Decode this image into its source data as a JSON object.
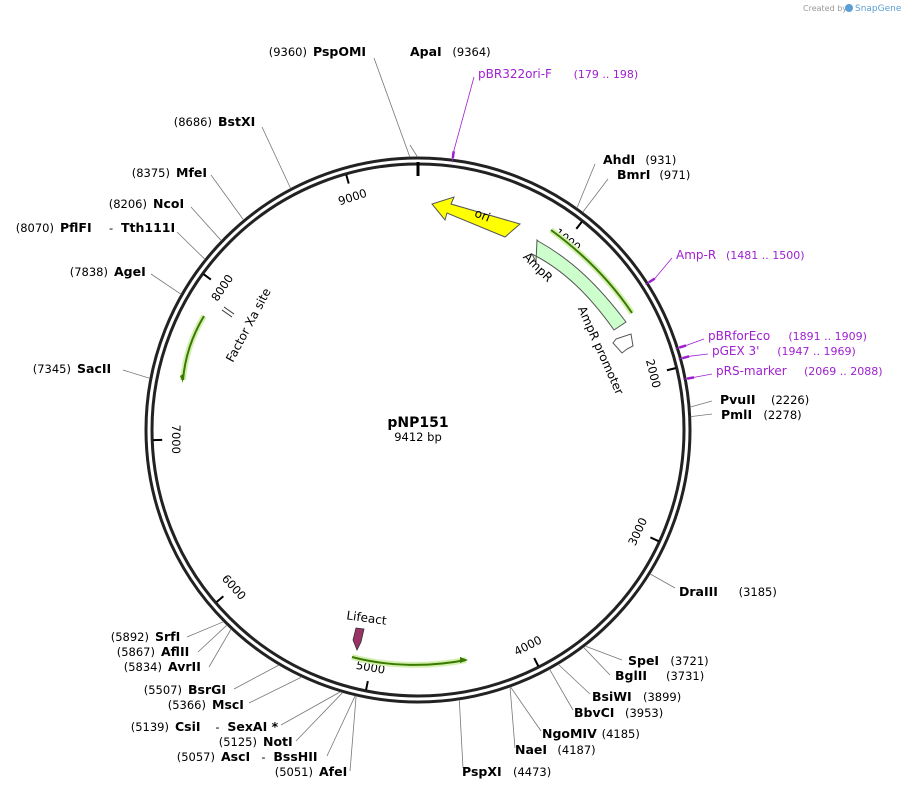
{
  "credit": {
    "prefix": "Created by",
    "brand": "SnapGene"
  },
  "plasmid": {
    "name": "pNP151",
    "length_text": "9412 bp",
    "length": 9412
  },
  "ticks": [
    "1000",
    "2000",
    "3000",
    "4000",
    "5000",
    "6000",
    "7000",
    "8000",
    "9000"
  ],
  "features": [
    {
      "id": "ori",
      "label": "ori",
      "color": "#ffff00"
    },
    {
      "id": "ampr",
      "label": "AmpR",
      "color": "#ccffcc"
    },
    {
      "id": "ampr_promoter",
      "label": "AmpR promoter",
      "color": "#ffffff"
    },
    {
      "id": "factor_xa",
      "label": "Factor Xa site",
      "color": "#ffffff"
    },
    {
      "id": "lifeact",
      "label": "Lifeact",
      "color": "#993366"
    }
  ],
  "sites_right": [
    {
      "name": "ApaI",
      "pos": "(9364)"
    },
    {
      "name": "AhdI",
      "pos": "(931)"
    },
    {
      "name": "BmrI",
      "pos": "(971)"
    },
    {
      "name": "PvuII",
      "pos": "(2226)"
    },
    {
      "name": "PmlI",
      "pos": "(2278)"
    },
    {
      "name": "DraIII",
      "pos": "(3185)"
    },
    {
      "name": "SpeI",
      "pos": "(3721)"
    },
    {
      "name": "BglII",
      "pos": "(3731)"
    },
    {
      "name": "BsiWI",
      "pos": "(3899)"
    },
    {
      "name": "BbvCI",
      "pos": "(3953)"
    },
    {
      "name": "NgoMIV",
      "pos": "(4185)"
    },
    {
      "name": "NaeI",
      "pos": "(4187)"
    },
    {
      "name": "PspXI",
      "pos": "(4473)"
    }
  ],
  "sites_left": [
    {
      "name": "PspOMI",
      "pos": "(9360)"
    },
    {
      "name": "BstXI",
      "pos": "(8686)"
    },
    {
      "name": "MfeI",
      "pos": "(8375)"
    },
    {
      "name": "NcoI",
      "pos": "(8206)"
    },
    {
      "name": "PflFI",
      "name2": "Tth111I",
      "pos": "(8070)"
    },
    {
      "name": "AgeI",
      "pos": "(7838)"
    },
    {
      "name": "SacII",
      "pos": "(7345)"
    },
    {
      "name": "SrfI",
      "pos": "(5892)"
    },
    {
      "name": "AflII",
      "pos": "(5867)"
    },
    {
      "name": "AvrII",
      "pos": "(5834)"
    },
    {
      "name": "BsrGI",
      "pos": "(5507)"
    },
    {
      "name": "MscI",
      "pos": "(5366)"
    },
    {
      "name": "CsiI",
      "name2": "SexAI *",
      "pos": "(5139)"
    },
    {
      "name": "NotI",
      "pos": "(5125)"
    },
    {
      "name": "AscI",
      "name2": "BssHII",
      "pos": "(5057)"
    },
    {
      "name": "AfeI",
      "pos": "(5051)"
    }
  ],
  "primers": [
    {
      "name": "pBR322ori-F",
      "range": "(179 .. 198)"
    },
    {
      "name": "Amp-R",
      "range": "(1481 .. 1500)"
    },
    {
      "name": "pBRforEco",
      "range": "(1891 .. 1909)"
    },
    {
      "name": "pGEX 3'",
      "range": "(1947 .. 1969)"
    },
    {
      "name": "pRS-marker",
      "range": "(2069 .. 2088)"
    }
  ],
  "colors": {
    "backbone": "#222222",
    "primer": "#a020d0",
    "feature_outline": "#7ab800"
  }
}
